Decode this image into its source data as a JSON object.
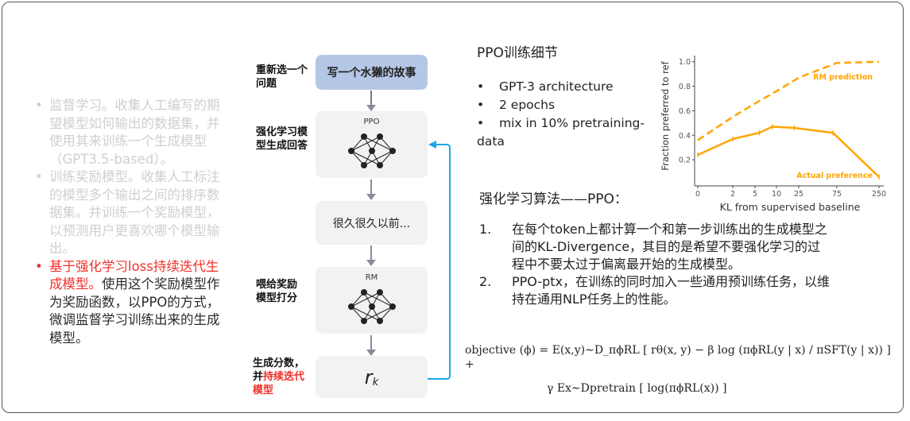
{
  "left_bullets": [
    {
      "text": "监督学习。收集人工编写的期望模型如何输出的数据集，并使用其来训练一个生成模型（GPT3.5-based）。"
    },
    {
      "text": "训练奖励模型。收集人工标注的模型多个输出之间的排序数据集。并训练一个奖励模型，以预测用户更喜欢哪个模型输出。"
    },
    {
      "highlight": "基于强化学习loss持续迭代生成模型。",
      "text": "使用这个奖励模型作为奖励函数，以PPO的方式，微调监督学习训练出来的生成模型。"
    }
  ],
  "flow": {
    "labels": {
      "step1": "重新选一个问题",
      "step2": "强化学习模型生成回答",
      "step3": "喂给奖励模型打分",
      "step4_prefix": "生成分数，并",
      "step4_highlight": "持续迭代模型"
    },
    "boxes": {
      "prompt": "写一个水獭的故事",
      "ppo": "PPO",
      "output": "很久很久以前...",
      "rm": "RM",
      "reward": "r",
      "reward_sub": "k"
    }
  },
  "details": {
    "title": "PPO训练细节",
    "bullets": [
      "GPT-3 architecture",
      "2 epochs",
      "mix in 10% pretraining-data"
    ]
  },
  "algorithm": {
    "title": "强化学习算法——PPO：",
    "items": [
      {
        "num": "1.",
        "text": "在每个token上都计算一个和第一步训练出的生成模型之间的KL-Divergence，其目的是希望不要强化学习的过程中不要太过于偏离最开始的生成模型。"
      },
      {
        "num": "2.",
        "text": "PPO-ptx，在训练的同时加入一些通用预训练任务，以维持在通用NLP任务上的性能。"
      }
    ]
  },
  "formula": {
    "line1": "objective (ϕ) = E(x,y)∼D_πϕRL [ rθ(x, y) − β log (πϕRL(y | x) / πSFT(y | x)) ] +",
    "line2": "γ Ex∼Dpretrain [ log(πϕRL(x)) ]"
  },
  "colors": {
    "accent": "#ffa500",
    "highlight_red": "#f0312b",
    "loop_arrow": "#1ea7e8",
    "prompt_box": "#b4c7e7"
  },
  "chart_data": {
    "type": "line",
    "xlabel": "KL from supervised baseline",
    "ylabel": "Fraction preferred to ref",
    "x_ticks": [
      "0",
      "2",
      "5",
      "10",
      "25",
      "75",
      "250"
    ],
    "y_ticks": [
      "0.2",
      "0.4",
      "0.6",
      "0.8",
      "1.0"
    ],
    "ylim": [
      0,
      1.05
    ],
    "grid": false,
    "series": [
      {
        "name": "RM prediction",
        "style": "dashed",
        "x": [
          0,
          2,
          5,
          10,
          25,
          75,
          250
        ],
        "y": [
          0.36,
          0.55,
          0.66,
          0.76,
          0.87,
          0.99,
          1.0
        ]
      },
      {
        "name": "Actual preference",
        "style": "solid",
        "x": [
          0,
          2,
          6,
          9,
          22,
          70,
          250
        ],
        "y": [
          0.24,
          0.37,
          0.42,
          0.47,
          0.46,
          0.42,
          0.06
        ]
      }
    ]
  }
}
